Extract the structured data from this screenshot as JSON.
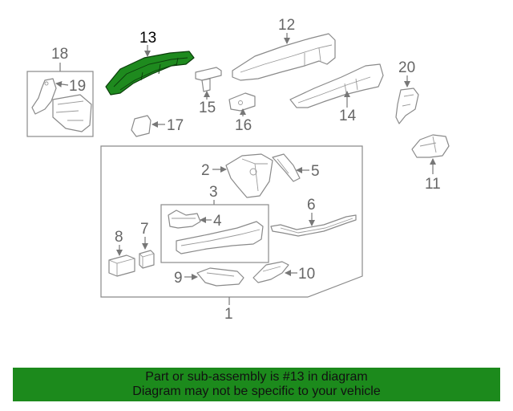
{
  "diagram": {
    "callouts": {
      "c1": "1",
      "c2": "2",
      "c3": "3",
      "c4": "4",
      "c5": "5",
      "c6": "6",
      "c7": "7",
      "c8": "8",
      "c9": "9",
      "c10": "10",
      "c11": "11",
      "c12": "12",
      "c13": "13",
      "c14": "14",
      "c15": "15",
      "c16": "16",
      "c17": "17",
      "c18": "18",
      "c19": "19",
      "c20": "20"
    },
    "highlighted_part": "13",
    "highlight_color": "#1e8a1e"
  },
  "banner": {
    "line1": "Part or sub-assembly is #13 in diagram",
    "line2": "Diagram may not be specific to your vehicle",
    "background": "#1c8a1c"
  }
}
